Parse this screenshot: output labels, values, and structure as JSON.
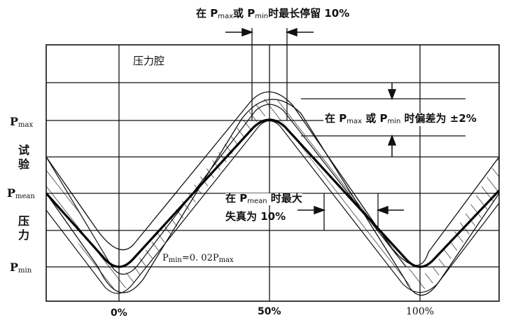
{
  "title": "在 Pmax或 Pmin时最长停留 10%",
  "chamber_label": "压力腔",
  "y_axis": {
    "label_top": "试验",
    "label_bottom": "压力",
    "ticks": [
      {
        "name": "P",
        "sub": "max"
      },
      {
        "name": "P",
        "sub": "mean"
      },
      {
        "name": "P",
        "sub": "min"
      }
    ]
  },
  "x_axis": {
    "ticks": [
      "0%",
      "50%",
      "100%"
    ]
  },
  "annotations": {
    "dwell": {
      "pre": "在 P",
      "sub1": "max",
      "mid": "或 P",
      "sub2": "min",
      "post": "时最长停留 10%"
    },
    "deviation": {
      "pre": "在 P",
      "sub1": "max",
      "mid": " 或 P",
      "sub2": "min",
      "post": " 时偏差为 ±2%"
    },
    "distortion_line1": {
      "pre": "在 P",
      "sub": "mean",
      "post": " 时最大"
    },
    "distortion_line2": "失真为 10%",
    "pmin_rel": {
      "pre": "P",
      "sub1": "min",
      "mid": "=0. 02P",
      "sub2": "max"
    }
  }
}
